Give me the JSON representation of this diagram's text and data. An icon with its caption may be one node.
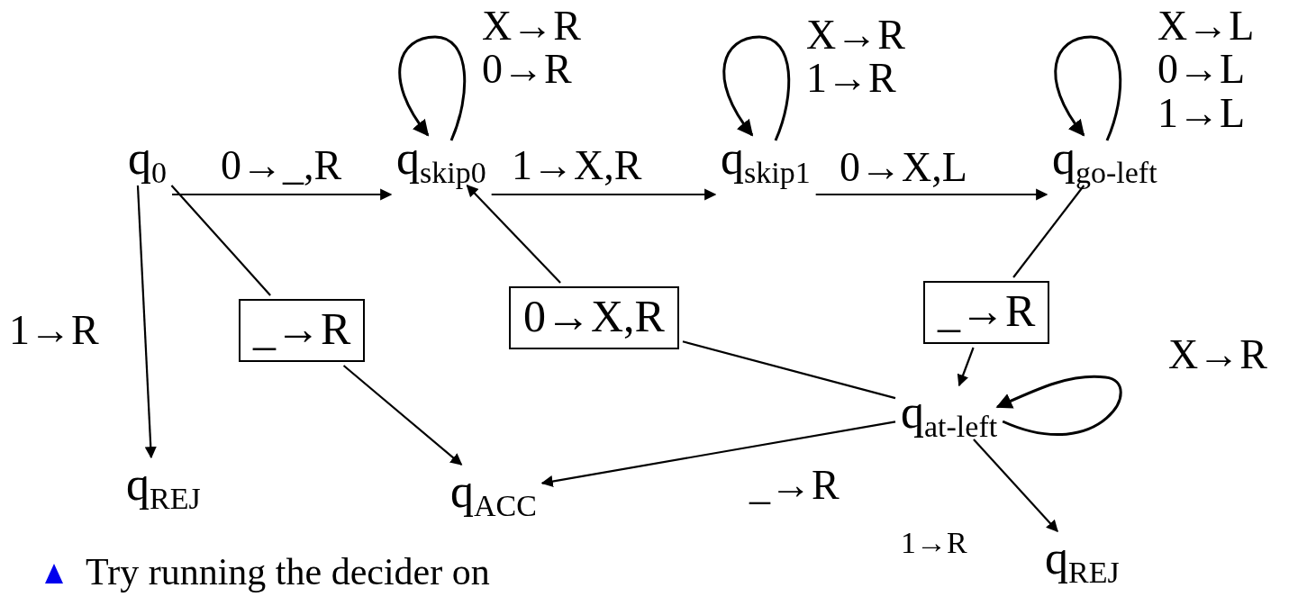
{
  "diagram": {
    "nodes": [
      {
        "text": [
          "q$_{0}$"
        ]
      },
      {
        "text": [
          "q$_{skip0}$"
        ]
      },
      {
        "text": [
          "q$_{skip1}$"
        ]
      },
      {
        "text": [
          "q$_{go-left}$"
        ]
      },
      {
        "text": [
          "_→R"
        ]
      },
      {
        "text": [
          "0→X,R"
        ]
      },
      {
        "text": [
          "_→R"
        ]
      },
      {
        "text": [
          "q$_{at-left}$"
        ]
      },
      {
        "text": [
          "q$_{REJ}$"
        ]
      },
      {
        "text": [
          "q$_{ACC}$"
        ]
      },
      {
        "text": [
          "q$_{REJ}$"
        ]
      }
    ],
    "edges": [
      {
        "from": 0,
        "to": 1,
        "arrow": "to",
        "label": "0→_,R"
      },
      {
        "from": 1,
        "to": 1,
        "arrow": "to",
        "label": "X→R 0→R"
      },
      {
        "from": 1,
        "to": 2,
        "arrow": "to",
        "label": "1→X,R"
      },
      {
        "from": 2,
        "to": 2,
        "arrow": "to",
        "label": "X→R 1→R"
      },
      {
        "from": 2,
        "to": 3,
        "arrow": "to",
        "label": "0→X,L"
      },
      {
        "from": 3,
        "to": 3,
        "arrow": "to",
        "label": "X→L 0→L 1→L"
      },
      {
        "from": 0,
        "to": 8,
        "arrow": "to",
        "label": "1→R"
      },
      {
        "from": 0,
        "to": 4,
        "arrow": "none"
      },
      {
        "from": 4,
        "to": 9,
        "arrow": "to"
      },
      {
        "from": 7,
        "to": 5,
        "arrow": "none"
      },
      {
        "from": 5,
        "to": 1,
        "arrow": "to"
      },
      {
        "from": 3,
        "to": 6,
        "arrow": "none"
      },
      {
        "from": 6,
        "to": 7,
        "arrow": "to"
      },
      {
        "from": 7,
        "to": 7,
        "arrow": "to",
        "label": "X→R"
      },
      {
        "from": 7,
        "to": 9,
        "arrow": "to",
        "label": "_→R"
      },
      {
        "from": 7,
        "to": 10,
        "arrow": "to",
        "label": "1→R"
      }
    ],
    "labels": [
      "Try running the decider on"
    ]
  }
}
